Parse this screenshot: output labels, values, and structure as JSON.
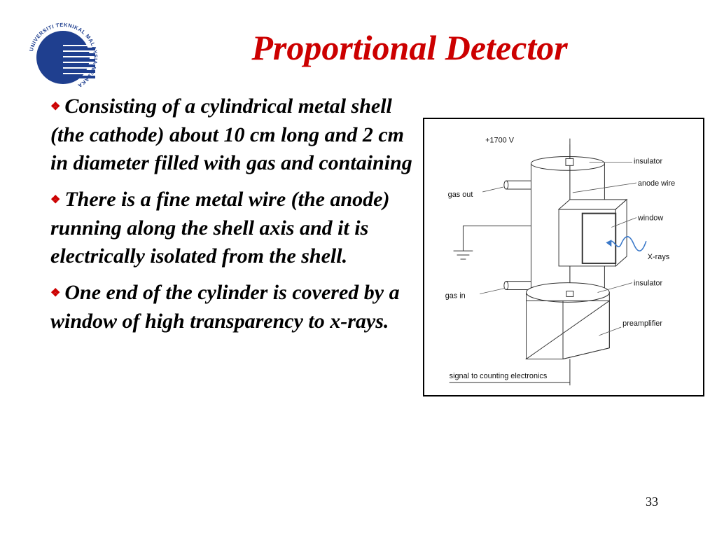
{
  "slide": {
    "title": "Proportional Detector",
    "page_number": "33",
    "logo_text": "UNIVERSITI TEKNIKAL MALAYSIA MELAKA",
    "bullets": [
      "Consisting of a cylindrical metal shell (the cathode) about 10 cm long and 2 cm in diameter filled with gas and containing",
      "There is a fine metal wire (the anode) running along the shell axis and it is electrically isolated from the shell.",
      "One end of the cylinder is covered by a window of high transparency to x-rays."
    ]
  },
  "figure": {
    "labels": {
      "voltage": "+1700 V",
      "insulator_top": "insulator",
      "anode_wire": "anode wire",
      "gas_out": "gas out",
      "window": "window",
      "xrays": "X-rays",
      "gas_in": "gas in",
      "insulator_bottom": "insulator",
      "preamplifier": "preamplifier",
      "signal": "signal to counting electronics"
    }
  },
  "colors": {
    "title": "#cc0000",
    "bullet_mark": "#cc0000",
    "logo_blue": "#1f3f8f",
    "xray_wave": "#3a78c8"
  },
  "icons": {
    "bullet": "diamond-cluster-icon",
    "logo": "university-seal-icon",
    "ground": "ground-symbol-icon"
  }
}
